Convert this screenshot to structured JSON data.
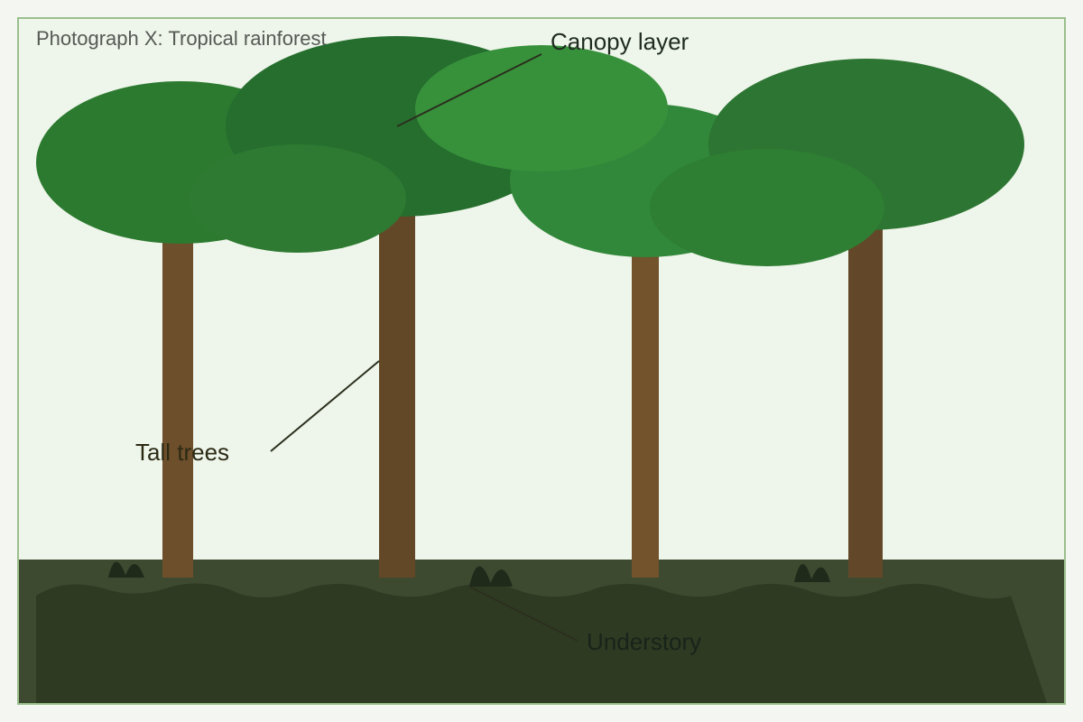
{
  "figure": {
    "caption": "Photograph X: Tropical rainforest"
  },
  "labels": {
    "canopy": "Canopy layer",
    "tall_trees": "Tall trees",
    "understory": "Understory"
  },
  "colors": {
    "sky": "#eef5ea",
    "frame_border": "#9bbf8c",
    "ground": "#3e4a30",
    "undergrowth": "#2e3a22",
    "trunk": "#6e4f2b",
    "canopy_dark": "#256e2e",
    "canopy_mid": "#2e7a32",
    "canopy_light": "#37913b",
    "shrub": "#1f2a1a"
  }
}
